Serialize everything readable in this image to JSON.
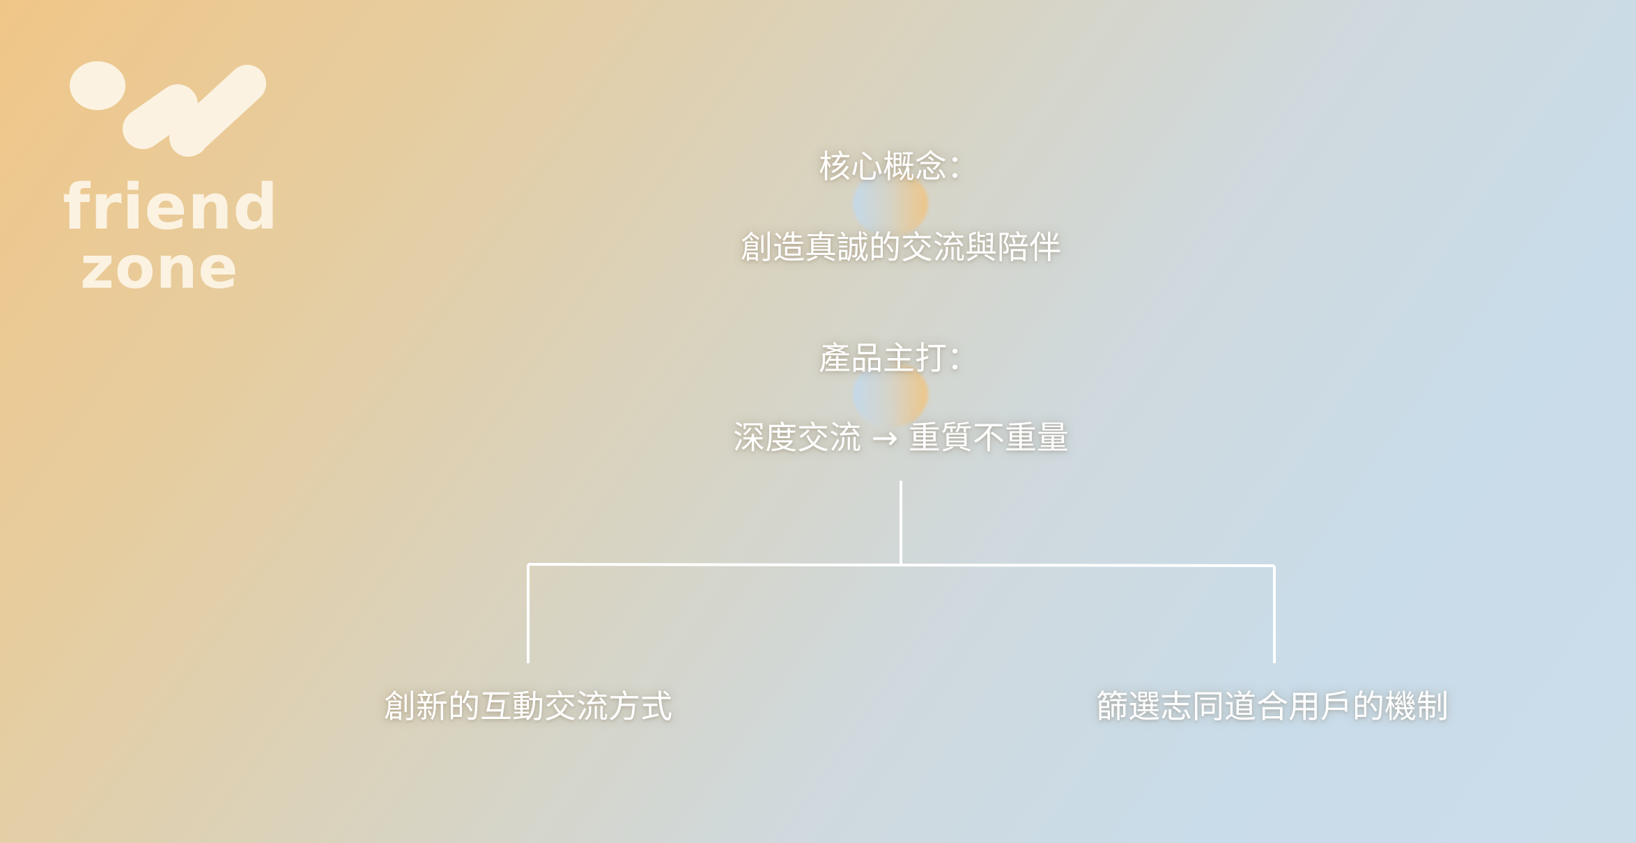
{
  "logo": {
    "line1": "friend",
    "line2": "zone",
    "color": "#FBF2E1"
  },
  "core_concept": {
    "heading": "核心概念：",
    "text": "創造真誠的交流與陪伴"
  },
  "product_focus": {
    "heading": "產品主打：",
    "text": "深度交流 → 重質不重量"
  },
  "branches": [
    {
      "label": "創新的互動交流方式"
    },
    {
      "label": "篩選志同道合用戶的機制"
    }
  ],
  "colors": {
    "gradient_start": "#F0C688",
    "gradient_end": "#CCDDEA",
    "text": "#FFFFFF",
    "connector": "#FFFFFF"
  }
}
